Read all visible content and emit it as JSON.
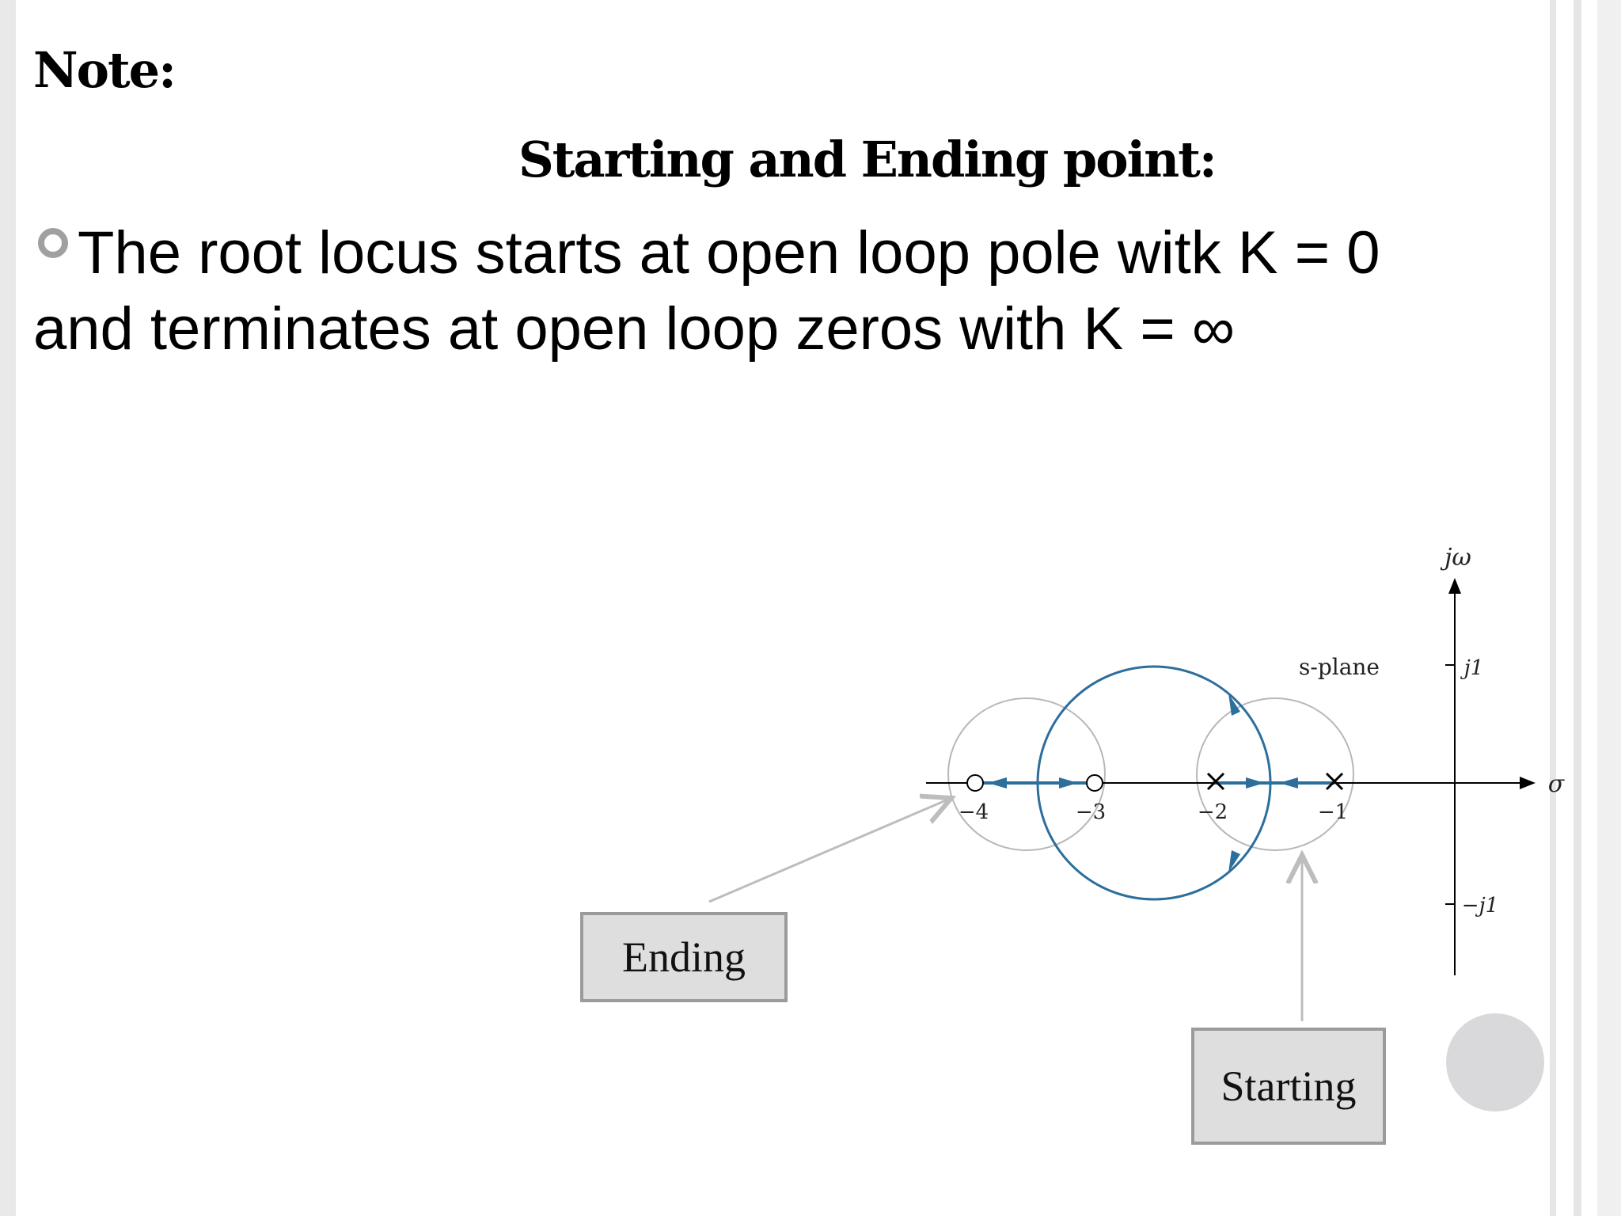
{
  "slide": {
    "note_title": "Note:",
    "section_title": "Starting and Ending point:",
    "body_line1": "The root locus starts at open loop pole witk K = 0",
    "body_line2": "and terminates at open loop zeros with K = ∞"
  },
  "diagram": {
    "axis_labels": {
      "imag": "jω",
      "real": "σ",
      "j1": "j1",
      "neg_j1": "−j1",
      "plane": "s-plane"
    },
    "real_ticks": [
      "−4",
      "−3",
      "−2",
      "−1"
    ],
    "poles": [
      -2,
      -1
    ],
    "zeros": [
      -4,
      -3
    ],
    "callouts": {
      "ending": "Ending",
      "starting": "Starting"
    },
    "colors": {
      "locus": "#2c6e9c",
      "helper_circle": "#b8b8b8",
      "callout_bg": "#dedede",
      "callout_border": "#9b9b9b"
    }
  }
}
